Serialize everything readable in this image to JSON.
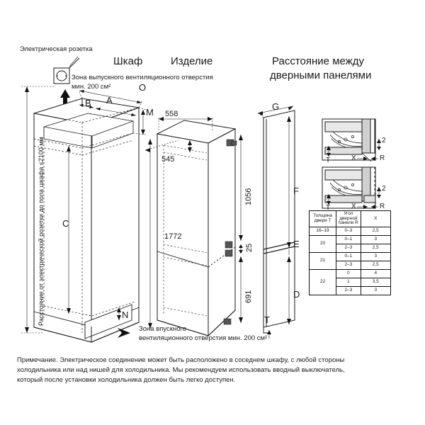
{
  "document": {
    "type": "installation-drawing",
    "titles": {
      "cabinet": "Шкаф",
      "product": "Изделие",
      "door_panels_line1": "Расстояние между",
      "door_panels_line2": "дверными панелями"
    },
    "annotations": {
      "socket": "Электрическая розетка",
      "outlet_vent_line1": "Зона выпускного вентиляционного отверстия",
      "outlet_vent_line2": "мин. 200 см²",
      "inlet_vent_line1": "Зона впускного",
      "inlet_vent_line2": "вентиляционного отверстия мин. 200 см²",
      "socket_height": "Расстояние от электрической розетки до пола шкафа ≤2100 мм"
    },
    "letter_labels": {
      "a": "A",
      "b": "B",
      "c": "C",
      "d": "D",
      "e": "E",
      "f": "F",
      "g": "G",
      "m": "M",
      "n": "N",
      "o": "O",
      "t": "T",
      "t2": "T",
      "x1": "X",
      "x2": "X",
      "r1": "R",
      "r2": "R",
      "gap1": "2",
      "gap2": "2"
    },
    "dimensions": {
      "width_558": "558",
      "depth_545": "545",
      "height_1772": "1772",
      "fridge_1056": "1056",
      "freezer_691": "691",
      "gap_25": "25"
    },
    "table": {
      "headers": [
        "Толщина двери T",
        "Угол дверной панели R",
        "X"
      ],
      "header_parts": {
        "c1_l1": "Толщина",
        "c1_l2": "двери T",
        "c2_l1": "Угол",
        "c2_l2": "дверной",
        "c2_l3": "панели R",
        "c3": "X"
      },
      "rows": [
        {
          "thickness": "16–19",
          "angles": [
            {
              "r": "0–3",
              "x": "2,5"
            }
          ]
        },
        {
          "thickness": "20",
          "angles": [
            {
              "r": "0–1",
              "x": "3"
            },
            {
              "r": "2–3",
              "x": "2,5"
            }
          ]
        },
        {
          "thickness": "21",
          "angles": [
            {
              "r": "0–1",
              "x": "3"
            },
            {
              "r": "2–3",
              "x": "2,5"
            }
          ]
        },
        {
          "thickness": "22",
          "angles": [
            {
              "r": "0",
              "x": "4"
            },
            {
              "r": "1",
              "x": "3,5"
            },
            {
              "r": "2–3",
              "x": "3"
            }
          ]
        }
      ]
    },
    "note": {
      "line1": "Примечание. Электрическое соединение может быть расположено в соседнем шкафу, с любой стороны",
      "line2": "холодильника или над нишей для холодильника. Мы рекомендуем использовать вводный выключатель,",
      "line3": "который после установки холодильника должен быть легко доступен."
    },
    "colors": {
      "line": "#1a1a1a",
      "background": "#ffffff",
      "fill_grey": "#d8d8d8"
    }
  }
}
